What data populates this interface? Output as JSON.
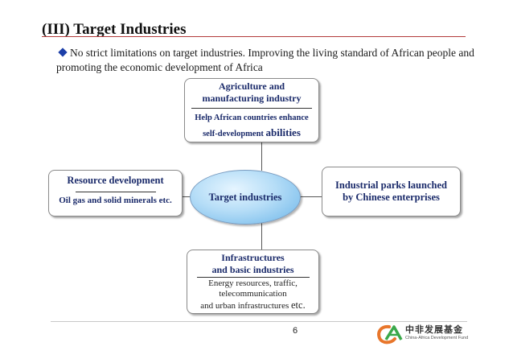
{
  "title": "(III) Target Industries",
  "intro": "No strict limitations on target industries. Improving the living standard of African people and promoting the economic development of Africa",
  "center": {
    "label": "Target industries"
  },
  "top_box": {
    "heading_line1": "Agriculture and",
    "heading_line2": "manufacturing industry",
    "detail_line1": "Help African countries enhance",
    "detail_line2_a": "self-development",
    "detail_line2_b": "abilities"
  },
  "left_box": {
    "heading": "Resource development",
    "detail": "Oil gas and solid minerals etc."
  },
  "right_box": {
    "line1": "Industrial parks launched",
    "line2": "by Chinese enterprises"
  },
  "bottom_box": {
    "heading_line1": "Infrastructures",
    "heading_line2": "and basic industries",
    "detail_line1": "Energy resources, traffic,",
    "detail_line2": "telecommunication",
    "detail_line3_a": "and urban infrastructures",
    "detail_line3_b": "etc."
  },
  "footer": {
    "page_number": "6",
    "logo_cn": "中非发展基金",
    "logo_en": "China-Africa Development Fund"
  },
  "colors": {
    "title_rule": "#b23a3a",
    "bullet": "#1c3fa8",
    "ellipse": "#8ec8f0",
    "box_text": "#1a2a6a",
    "logo_orange": "#e8762b",
    "logo_green": "#3aa84a"
  }
}
